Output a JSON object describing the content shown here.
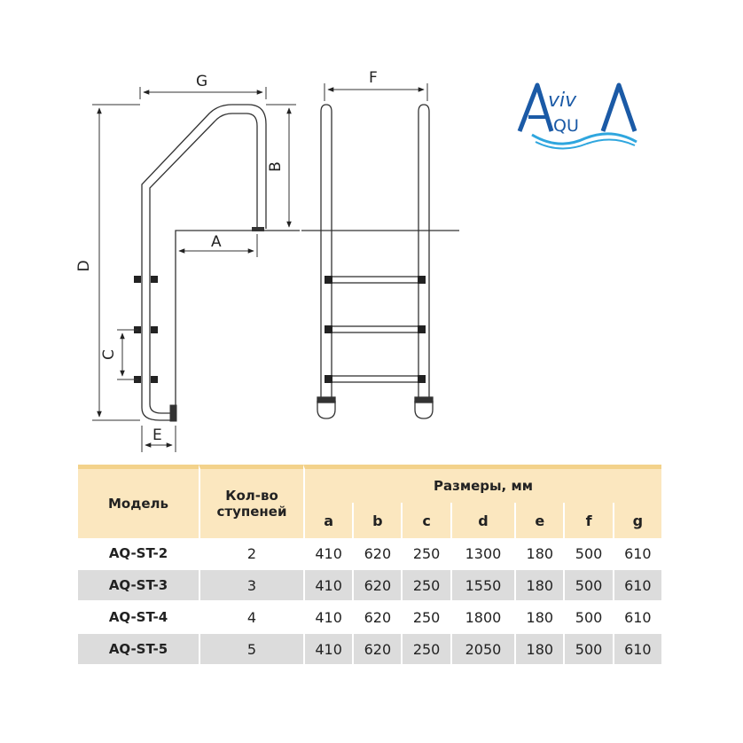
{
  "diagram": {
    "labels": {
      "a": "A",
      "b": "B",
      "c": "C",
      "d": "D",
      "e": "E",
      "f": "F",
      "g": "G"
    }
  },
  "logo": {
    "text_top": "AvivA",
    "text_bottom": "QUA",
    "colors": {
      "primary": "#1b5aa6",
      "secondary": "#2fa6de"
    }
  },
  "table": {
    "headers": {
      "model": "Модель",
      "steps": "Кол-во ступеней",
      "sizes": "Размеры, мм"
    },
    "columns": [
      "a",
      "b",
      "c",
      "d",
      "e",
      "f",
      "g"
    ],
    "rows": [
      {
        "model": "AQ-ST-2",
        "steps": "2",
        "a": "410",
        "b": "620",
        "c": "250",
        "d": "1300",
        "e": "180",
        "f": "500",
        "g": "610"
      },
      {
        "model": "AQ-ST-3",
        "steps": "3",
        "a": "410",
        "b": "620",
        "c": "250",
        "d": "1550",
        "e": "180",
        "f": "500",
        "g": "610"
      },
      {
        "model": "AQ-ST-4",
        "steps": "4",
        "a": "410",
        "b": "620",
        "c": "250",
        "d": "1800",
        "e": "180",
        "f": "500",
        "g": "610"
      },
      {
        "model": "AQ-ST-5",
        "steps": "5",
        "a": "410",
        "b": "620",
        "c": "250",
        "d": "2050",
        "e": "180",
        "f": "500",
        "g": "610"
      }
    ],
    "colors": {
      "header_bg": "#fbe7bf",
      "header_line": "#f3d28b",
      "row_alt": "#dcdcdc"
    }
  }
}
